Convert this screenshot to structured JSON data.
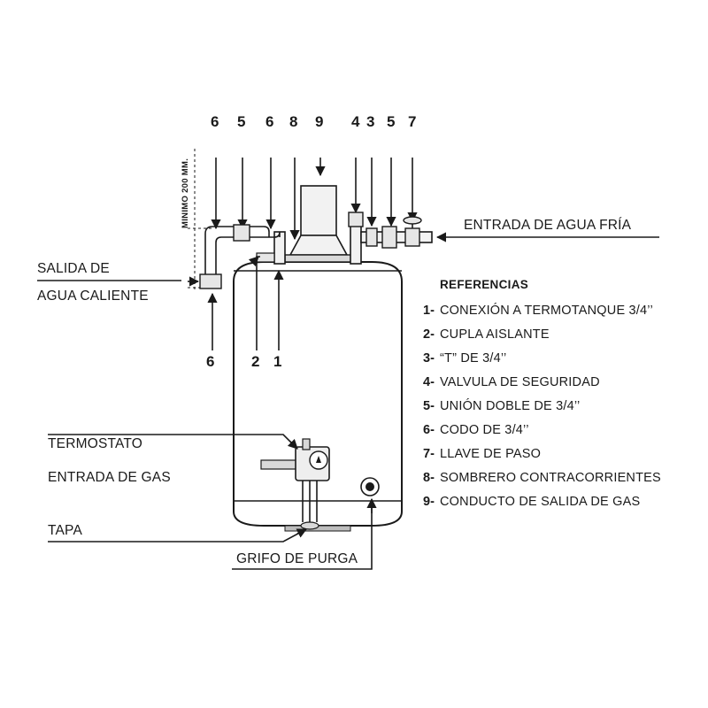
{
  "labels": {
    "top_numbers": [
      "6",
      "5",
      "6",
      "8",
      "9",
      "4",
      "3",
      "5",
      "7"
    ],
    "left_numbers": [
      "6",
      "2",
      "1"
    ],
    "entrada_agua_fria": "ENTRADA DE AGUA FRÍA",
    "salida_line1": "SALIDA DE",
    "salida_line2": "AGUA CALIENTE",
    "minimo": "MINIMO 200 MM.",
    "termostato": "TERMOSTATO",
    "entrada_gas": "ENTRADA DE GAS",
    "tapa": "TAPA",
    "grifo_purga": "GRIFO DE PURGA"
  },
  "referencias": {
    "title": "REFERENCIAS",
    "items": [
      {
        "num": "1-",
        "text": "CONEXIÓN A TERMOTANQUE 3/4’’"
      },
      {
        "num": "2-",
        "text": "CUPLA AISLANTE"
      },
      {
        "num": "3-",
        "text": "“T” DE 3/4’’"
      },
      {
        "num": "4-",
        "text": "VALVULA DE SEGURIDAD"
      },
      {
        "num": "5-",
        "text": "UNIÓN DOBLE DE 3/4’’"
      },
      {
        "num": "6-",
        "text": "CODO DE 3/4’’"
      },
      {
        "num": "7-",
        "text": "LLAVE DE PASO"
      },
      {
        "num": "8-",
        "text": "SOMBRERO CONTRACORRIENTES"
      },
      {
        "num": "9-",
        "text": "CONDUCTO DE SALIDA DE GAS"
      }
    ]
  }
}
